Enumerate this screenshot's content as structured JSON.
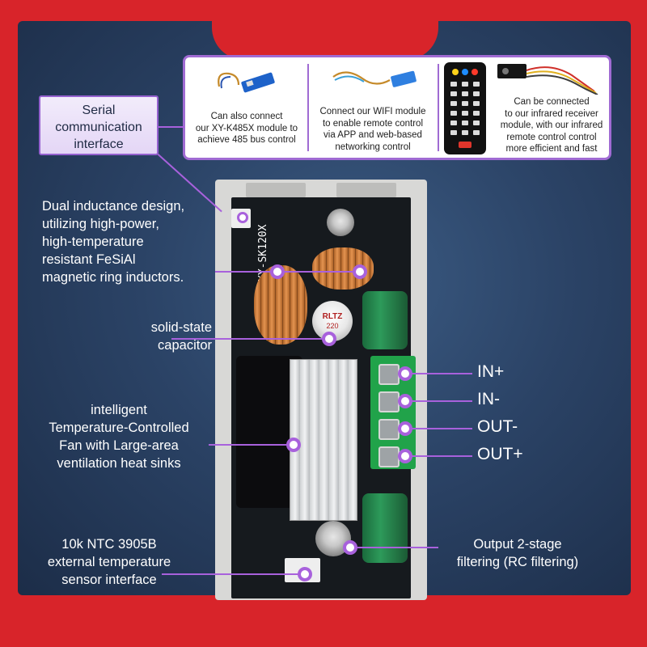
{
  "strip": {
    "cell1_text": [
      "Can also connect",
      "our XY-K485X module to",
      "achieve 485 bus control"
    ],
    "cell2_text": [
      "Connect our WIFI module",
      "to enable remote control",
      "via APP and web-based",
      "networking control"
    ],
    "cell3_text": [
      "Can be connected",
      "to our infrared receiver",
      "module, with our infrared",
      "remote control control",
      "more efficient and fast"
    ]
  },
  "serial_label": [
    "Serial",
    "communication",
    "interface"
  ],
  "inductor_label": [
    "Dual inductance design,",
    "utilizing high-power,",
    "high-temperature",
    "resistant FeSiAl",
    "magnetic ring inductors."
  ],
  "capacitor_label": [
    "solid-state",
    "capacitor"
  ],
  "fan_label": [
    "intelligent",
    "Temperature-Controlled",
    "Fan with Large-area",
    "ventilation heat sinks"
  ],
  "ntc_label": [
    "10k NTC 3905B",
    "external temperature",
    "sensor interface"
  ],
  "filter_label": [
    "Output 2-stage",
    "filtering (RC filtering)"
  ],
  "terminals": [
    "IN+",
    "IN-",
    "OUT-",
    "OUT+"
  ],
  "pcb": {
    "model_text": "XY-SK120X",
    "cap_text": "RLTZ",
    "cap_value": "220"
  },
  "colors": {
    "accent": "#a861dc",
    "frame": "#d8242a",
    "background": "#2b4366"
  }
}
